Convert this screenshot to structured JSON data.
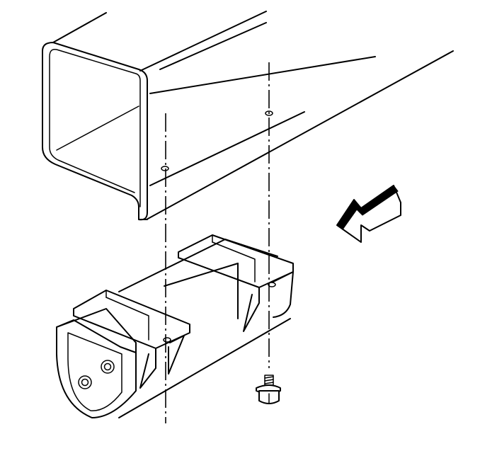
{
  "diagram": {
    "parts": [
      {
        "id": "frame-rail",
        "label": ""
      },
      {
        "id": "crossmember-bracket",
        "label": ""
      },
      {
        "id": "bolt",
        "label": ""
      }
    ],
    "direction_arrow": {
      "meaning": "vehicle-front"
    },
    "colors": {
      "stroke": "#000000",
      "fill": "#ffffff",
      "arrow_dark": "#000000"
    }
  }
}
